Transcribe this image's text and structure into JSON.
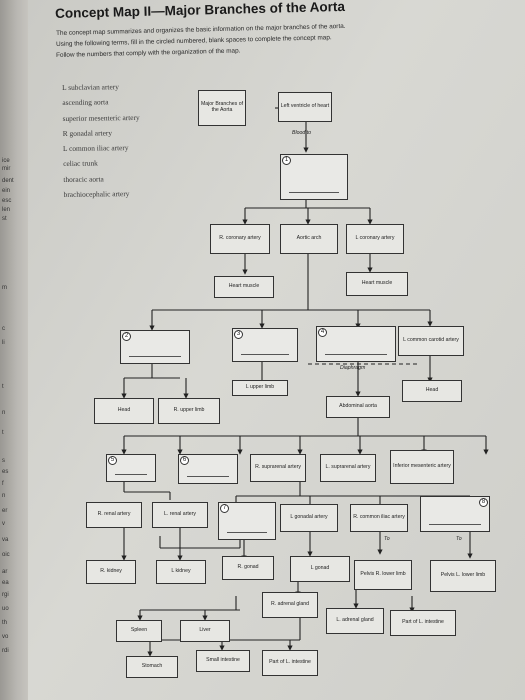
{
  "title": "Concept Map II—Major Branches of the Aorta",
  "intro": [
    "The concept map summarizes and organizes the basic information on the major branches of the aorta.",
    "Using the following terms, fill in the circled numbered, blank spaces to complete the concept map.",
    "Follow the numbers that comply with the organization of the map."
  ],
  "terms": [
    "L subclavian artery",
    "ascending aorta",
    "superior mesenteric artery",
    "R gonadal artery",
    "L common iliac artery",
    "celiac trunk",
    "thoracic aorta",
    "brachiocephalic artery"
  ],
  "sidebar_fragments": [
    "ice",
    "mir",
    "dent",
    "ein",
    "esc",
    "len",
    "st",
    "m",
    "c",
    "li",
    "t",
    "n",
    "t",
    "s",
    "es",
    "f",
    "n",
    "er",
    "v",
    "va",
    "oic",
    "ar",
    "ea",
    "rgi",
    "uo",
    "th",
    "vo",
    "rdi"
  ],
  "map": {
    "major_branches": "Major Branches of the Aorta",
    "left_ventricle": "Left ventricle of heart",
    "blood_to": "Blood to",
    "r_coronary": "R. coronary artery",
    "aortic_arch": "Aortic arch",
    "l_coronary": "L coronary artery",
    "heart_muscle_left": "Heart muscle",
    "heart_muscle_right": "Heart muscle",
    "l_common_carotid": "L common carotid artery",
    "diaphragm": "Diaphragm",
    "head_right": "Head",
    "l_upper_limb": "L upper limb",
    "abdominal_aorta": "Abdominal aorta",
    "head_left": "Head",
    "r_upper_limb": "R. upper limb",
    "r_suprarenal": "R. suprarenal artery",
    "l_suprarenal": "L. suprarenal artery",
    "inferior_mesenteric": "Inferior mesenteric artery",
    "r_renal": "R. renal artery",
    "l_renal": "L. renal artery",
    "l_gonadal": "L gonadal artery",
    "r_common_iliac": "R. common iliac artery",
    "to_left": "To",
    "to_right": "To",
    "r_kidney": "R. kidney",
    "l_kidney": "L kidney",
    "r_gonad": "R. gonad",
    "l_gonad": "L gonad",
    "pelvis_r_lower": "Pelvis R. lower limb",
    "pelvis_l_lower": "Pelvis L. lower limb",
    "r_adrenal": "R. adrenal gland",
    "l_adrenal": "L. adrenal gland",
    "spleen": "Spleen",
    "liver": "Liver",
    "part_of_l_intestine_right": "Part of L. intestine",
    "stomach": "Stomach",
    "small_intestine": "Small intestine",
    "part_of_l_intestine_bottom": "Part of L. intestine",
    "n1": "1",
    "n2": "2",
    "n3": "3",
    "n4": "4",
    "n5": "5",
    "n6": "6",
    "n7": "7",
    "n8": "8"
  }
}
